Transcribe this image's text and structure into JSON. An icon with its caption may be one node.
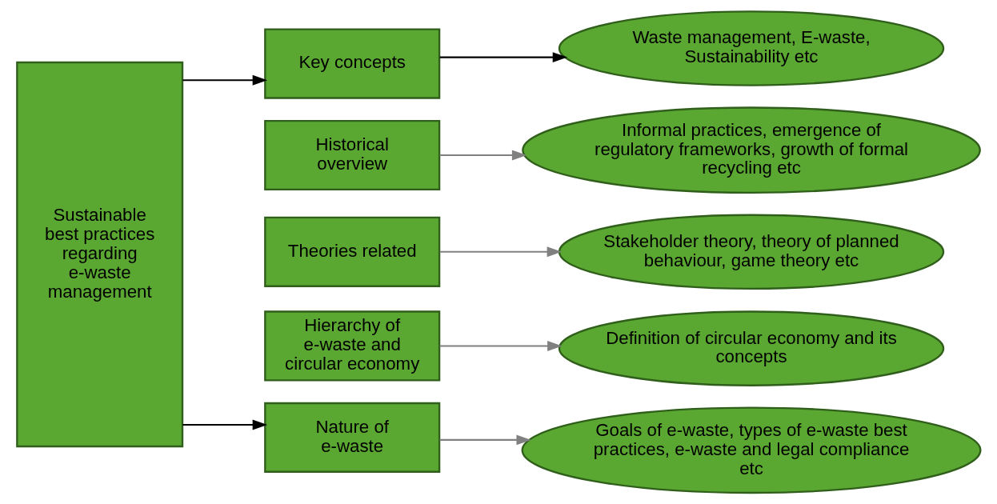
{
  "diagram": {
    "nodes": [
      {
        "text": [
          "Sustainable best practices regarding e-waste management"
        ]
      },
      {
        "text": [
          "Key concepts"
        ]
      },
      {
        "text": [
          "Historical overview"
        ]
      },
      {
        "text": [
          "Theories related"
        ]
      },
      {
        "text": [
          "Hierarchy of e-waste and circular economy"
        ]
      },
      {
        "text": [
          "Nature of e-waste"
        ]
      },
      {
        "text": [
          "Waste management, E-waste, Sustainability etc"
        ]
      },
      {
        "text": [
          "Informal practices, emergence of regulatory frameworks, growth of formal recycling etc"
        ]
      },
      {
        "text": [
          "Stakeholder theory, theory of planned behaviour, game theory etc"
        ]
      },
      {
        "text": [
          "Definition of circular economy and its concepts"
        ]
      },
      {
        "text": [
          "Goals of e-waste, types of e-waste best practices, e-waste and legal compliance etc"
        ]
      }
    ],
    "edges": [
      {
        "from": 0,
        "to": 1,
        "arrow": "to",
        "color": "#000000"
      },
      {
        "from": 0,
        "to": 5,
        "arrow": "to",
        "color": "#000000"
      },
      {
        "from": 1,
        "to": 6,
        "arrow": "to",
        "color": "#000000"
      },
      {
        "from": 2,
        "to": 7,
        "arrow": "to"
      },
      {
        "from": 3,
        "to": 8,
        "arrow": "to"
      },
      {
        "from": 4,
        "to": 9,
        "arrow": "to"
      },
      {
        "from": 5,
        "to": 10,
        "arrow": "to"
      }
    ]
  }
}
